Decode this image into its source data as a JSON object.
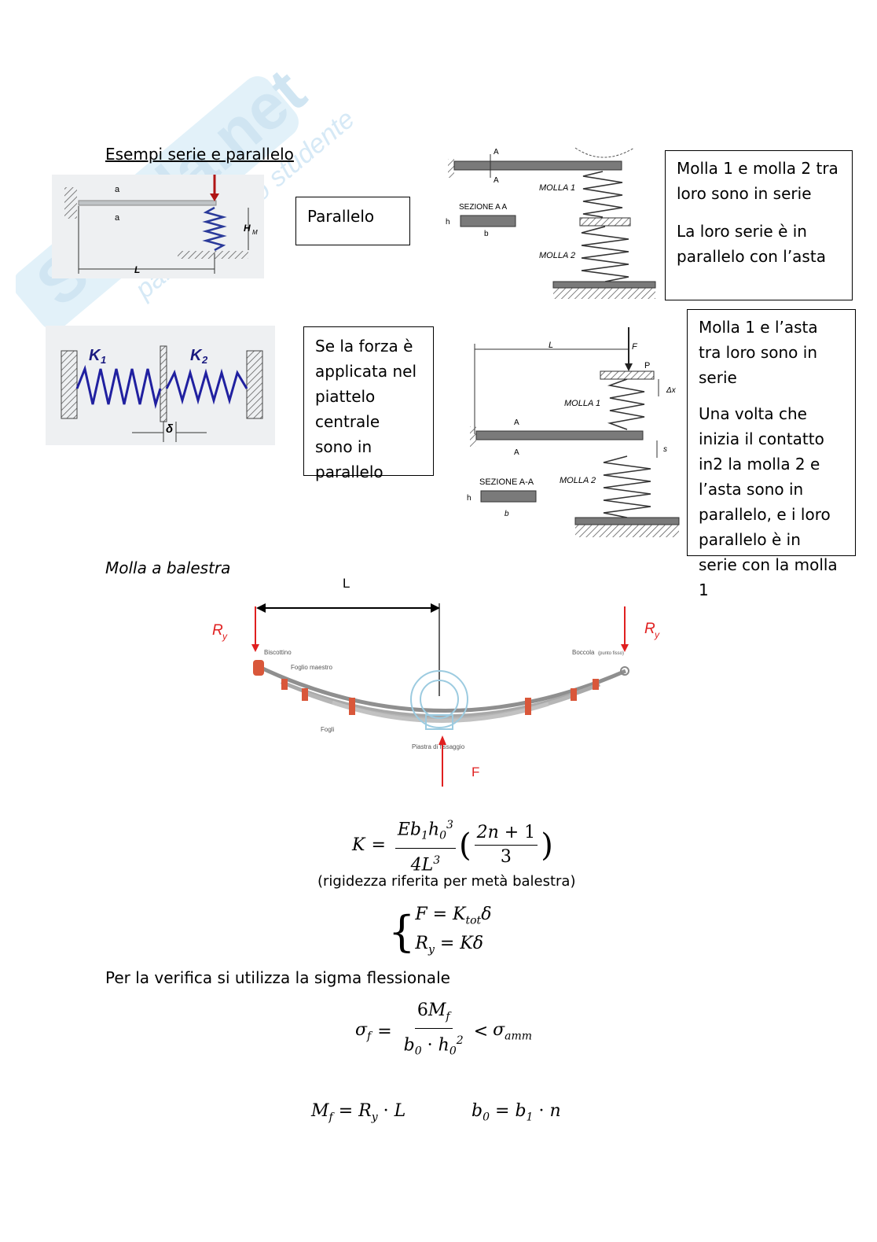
{
  "watermark": {
    "brand": "Skuola.net",
    "tagline": "paradiso dello studente"
  },
  "section1": {
    "title": "Esempi serie e parallelo"
  },
  "diagram1": {
    "label_a_top": "a",
    "label_a_bottom": "a",
    "label_L": "L",
    "label_HM": "H",
    "label_HM_sub": "M"
  },
  "box_parallelo": {
    "text": "Parallelo"
  },
  "diagram2": {
    "k1": "K",
    "k1_sub": "1",
    "k2": "K",
    "k2_sub": "2",
    "delta": "δ"
  },
  "box_forza": {
    "text": "Se la forza è applicata nel piattelo centrale sono in parallelo"
  },
  "diagram3": {
    "label_A1": "A",
    "label_A2": "A",
    "molla1": "MOLLA 1",
    "molla2": "MOLLA 2",
    "sezione": "SEZIONE A A",
    "h": "h",
    "b": "b"
  },
  "box_serie1": {
    "line1": "Molla 1 e molla 2 tra loro sono in serie",
    "line2": "La loro serie è in parallelo con l’asta"
  },
  "diagram4": {
    "L": "L",
    "F": "F",
    "P": "P",
    "dx": "Δx",
    "s": "s",
    "A1": "A",
    "A2": "A",
    "molla1": "MOLLA 1",
    "molla2": "MOLLA 2",
    "sezione": "SEZIONE A-A",
    "h": "h",
    "b": "b"
  },
  "box_serie2": {
    "line1": "Molla 1 e l’asta tra loro sono in serie",
    "line2": "Una volta che inizia il contatto in2 la molla 2 e l’asta sono in parallelo, e i loro parallelo è in serie con la molla 1"
  },
  "section2": {
    "title": "Molla a balestra"
  },
  "leaf_spring": {
    "L": "L",
    "Ry_left": "R",
    "Ry_right": "R",
    "Ry_sub": "y",
    "F": "F",
    "biscottino": "Biscottino",
    "foglio_maestro": "Foglio maestro",
    "boccola": "Boccola",
    "boccola_note": "(punto fisso)",
    "fogli": "Fogli",
    "piastra": "Piastra di fissaggio",
    "colors": {
      "arrow": "#e02020",
      "clamp": "#d9573a",
      "leaf": "#a9a9a9"
    }
  },
  "formulas": {
    "stiffness_caption": "(rigidezza riferita per metà balestra)",
    "verifica_text": "Per la verifica si utilizza la sigma flessionale"
  }
}
